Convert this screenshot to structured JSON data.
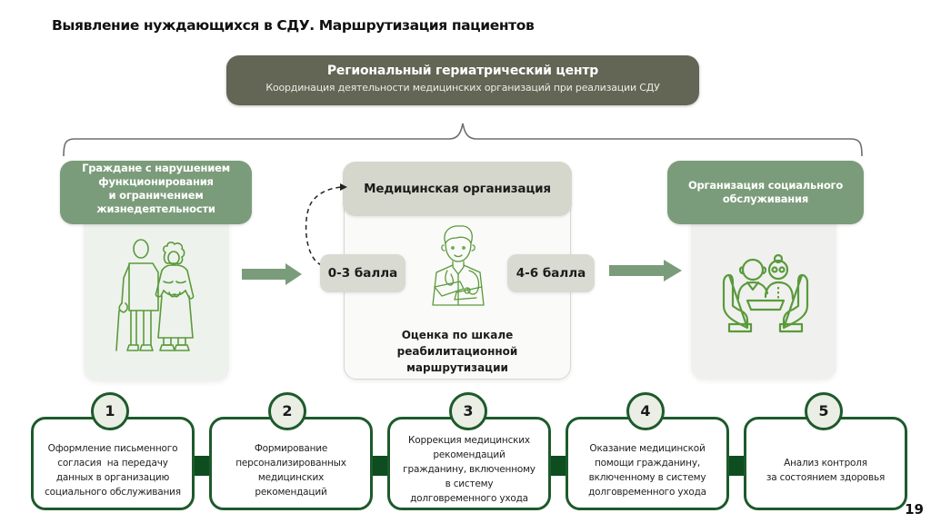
{
  "page": {
    "title": "Выявление нуждающихся в СДУ. Маршрутизация пациентов",
    "page_number": "19"
  },
  "center": {
    "title": "Региональный гериатрический центр",
    "subtitle": "Координация деятельности медицинских организаций при реализации СДУ"
  },
  "columns": {
    "citizens": {
      "title_lines": [
        "Граждане с нарушением",
        "функционирования",
        "и ограничением",
        "жизнедеятельности"
      ],
      "icon": "elderly-couple-icon"
    },
    "medical": {
      "title": "Медицинская организация",
      "icon": "doctor-icon",
      "score_low": "0-3 балла",
      "score_high": "4-6 балла",
      "assessment_lines": [
        "Оценка по шкале",
        "реабилитационной",
        "маршрутизации"
      ]
    },
    "social": {
      "title_lines": [
        "Организация социального",
        "обслуживания"
      ],
      "icon": "caring-hands-icon"
    }
  },
  "steps": [
    {
      "number": "1",
      "lines": [
        "Оформление письменного",
        "согласия  на передачу",
        "данных в организацию",
        "социального обслуживания"
      ]
    },
    {
      "number": "2",
      "lines": [
        "Формирование",
        "персонализированных",
        "медицинских",
        "рекомендаций"
      ]
    },
    {
      "number": "3",
      "lines": [
        "Коррекция медицинских",
        "рекомендаций",
        "гражданину, включенному",
        "в систему",
        "долговременного ухода"
      ]
    },
    {
      "number": "4",
      "lines": [
        "Оказание медицинской",
        "помощи гражданину,",
        "включенному в систему",
        "долговременного ухода"
      ]
    },
    {
      "number": "5",
      "lines": [
        "Анализ контроля",
        "за состоянием здоровья"
      ]
    }
  ],
  "colors": {
    "dark_header": "#636555",
    "green_header": "#7b9c7a",
    "step_border": "#1d5a2b",
    "connector": "#0e4d1f",
    "icon_green": "#5a9a3c",
    "score_bg": "#d9dad2"
  }
}
